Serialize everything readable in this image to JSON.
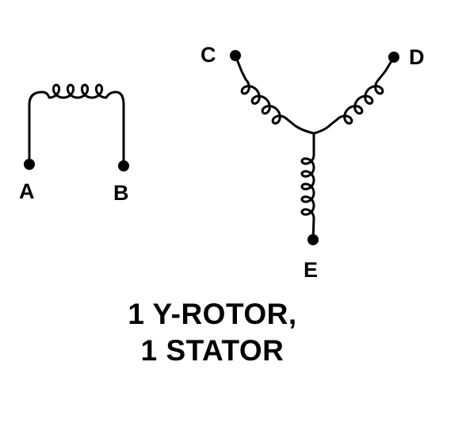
{
  "diagram": {
    "stroke_color": "#000000",
    "background": "#ffffff",
    "single_coil": {
      "terminals": [
        {
          "id": "A",
          "label": "A"
        },
        {
          "id": "B",
          "label": "B"
        }
      ]
    },
    "y_coil": {
      "terminals": [
        {
          "id": "C",
          "label": "C"
        },
        {
          "id": "D",
          "label": "D"
        },
        {
          "id": "E",
          "label": "E"
        }
      ]
    },
    "caption": {
      "line1": "1 Y-ROTOR,",
      "line2": "1 STATOR"
    }
  }
}
